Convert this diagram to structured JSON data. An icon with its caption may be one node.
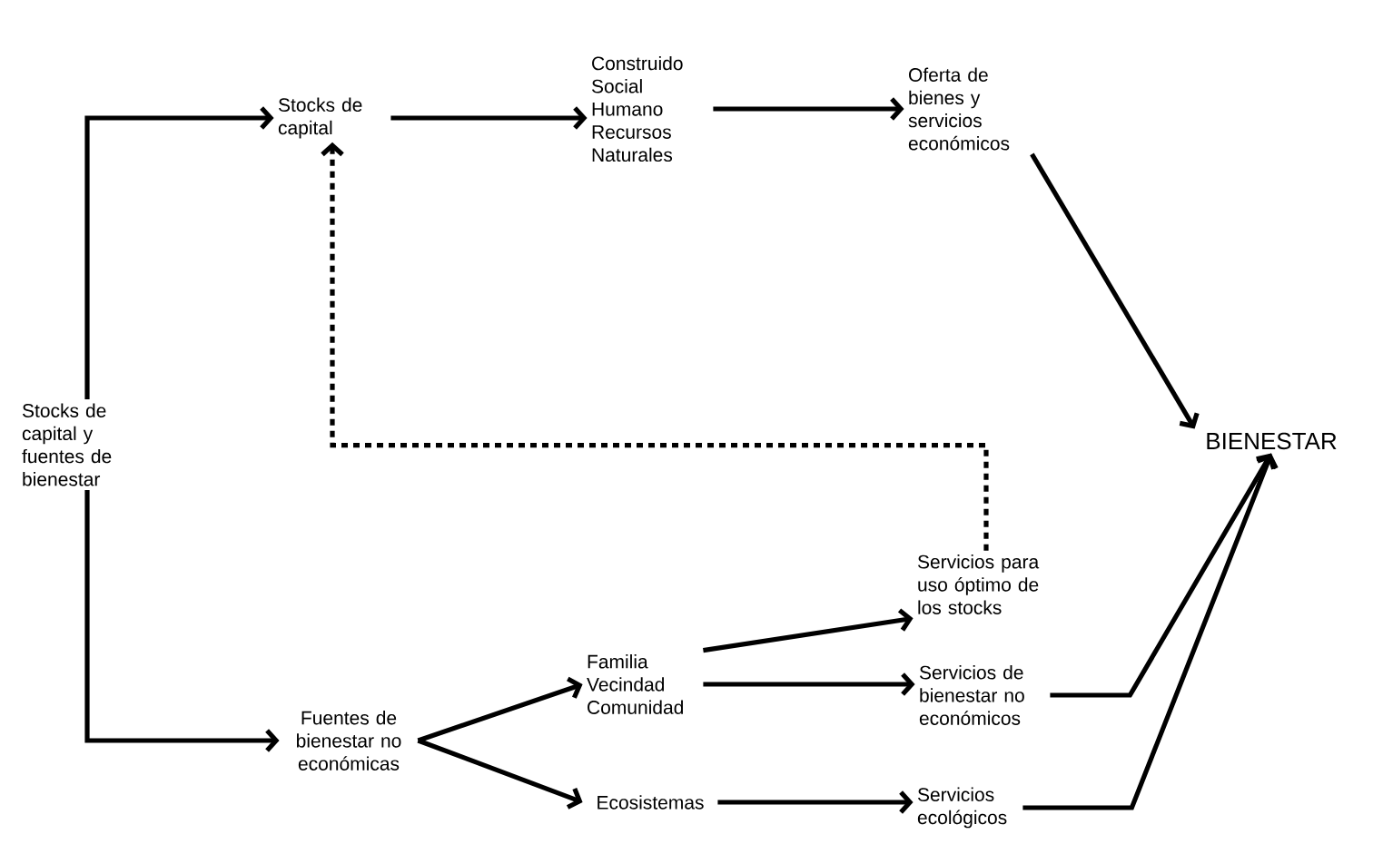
{
  "diagram": {
    "nodes": [
      {
        "text": [
          "Stocks de capital y fuentes de bienestar"
        ]
      },
      {
        "text": [
          "Stocks de capital"
        ]
      },
      {
        "text": [
          "Construido Social Humano Recursos Naturales"
        ]
      },
      {
        "text": [
          "Oferta de bienes y servicios económicos"
        ]
      },
      {
        "text": [
          "BIENESTAR"
        ]
      },
      {
        "text": [
          "Fuentes de bienestar no económicas"
        ]
      },
      {
        "text": [
          "Familia Vecindad Comunidad"
        ]
      },
      {
        "text": [
          "Ecosistemas"
        ]
      },
      {
        "text": [
          "Servicios para uso óptimo de los stocks"
        ]
      },
      {
        "text": [
          "Servicios de bienestar no económicos"
        ]
      },
      {
        "text": [
          "Servicios ecológicos"
        ]
      }
    ],
    "edges": [
      {
        "from": 0,
        "to": 1,
        "arrow": "to"
      },
      {
        "from": 0,
        "to": 5,
        "arrow": "to"
      },
      {
        "from": 1,
        "to": 2,
        "arrow": "to"
      },
      {
        "from": 2,
        "to": 3,
        "arrow": "to"
      },
      {
        "from": 3,
        "to": 4,
        "arrow": "to"
      },
      {
        "from": 5,
        "to": 6,
        "arrow": "to"
      },
      {
        "from": 5,
        "to": 7,
        "arrow": "to"
      },
      {
        "from": 6,
        "to": 8,
        "arrow": "to"
      },
      {
        "from": 6,
        "to": 9,
        "arrow": "to"
      },
      {
        "from": 7,
        "to": 10,
        "arrow": "to"
      },
      {
        "from": 9,
        "to": 4,
        "arrow": "to"
      },
      {
        "from": 10,
        "to": 4,
        "arrow": "to"
      },
      {
        "from": 8,
        "to": 1,
        "arrow": "to",
        "style": "dashed"
      }
    ]
  }
}
